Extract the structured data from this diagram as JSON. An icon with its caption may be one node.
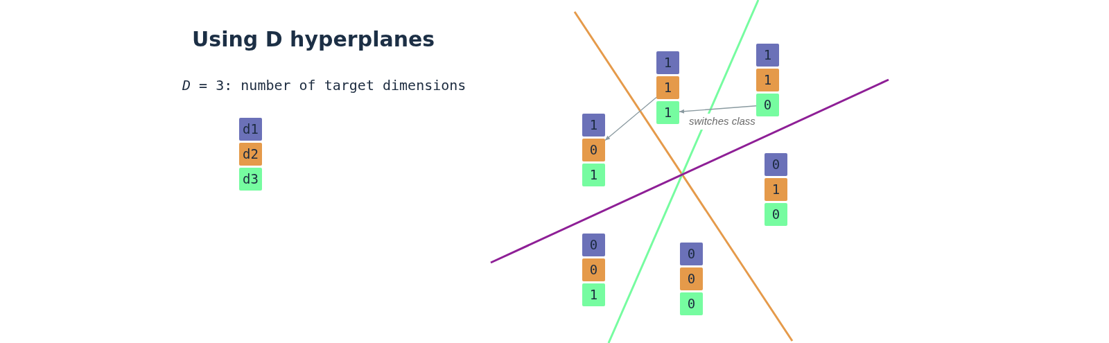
{
  "diagram": {
    "title": "Using D hyperplanes",
    "nodes": [
      {
        "text": [
          "d1"
        ]
      },
      {
        "text": [
          "d2"
        ]
      },
      {
        "text": [
          "d3"
        ]
      },
      {
        "text": [
          "1"
        ]
      },
      {
        "text": [
          "1"
        ]
      },
      {
        "text": [
          "1"
        ]
      },
      {
        "text": [
          "1"
        ]
      },
      {
        "text": [
          "1"
        ]
      },
      {
        "text": [
          "0"
        ]
      },
      {
        "text": [
          "1"
        ]
      },
      {
        "text": [
          "0"
        ]
      },
      {
        "text": [
          "1"
        ]
      },
      {
        "text": [
          "0"
        ]
      },
      {
        "text": [
          "1"
        ]
      },
      {
        "text": [
          "0"
        ]
      },
      {
        "text": [
          "0"
        ]
      },
      {
        "text": [
          "0"
        ]
      },
      {
        "text": [
          "1"
        ]
      },
      {
        "text": [
          "0"
        ]
      },
      {
        "text": [
          "0"
        ]
      },
      {
        "text": [
          "0"
        ]
      }
    ],
    "edges": [
      {
        "from": 8,
        "to": 5,
        "arrow": "to",
        "label": "switches class"
      },
      {
        "from": 4,
        "to": 10,
        "arrow": "to"
      }
    ],
    "labels": [
      "*D* = 3: number of target dimensions"
    ]
  }
}
